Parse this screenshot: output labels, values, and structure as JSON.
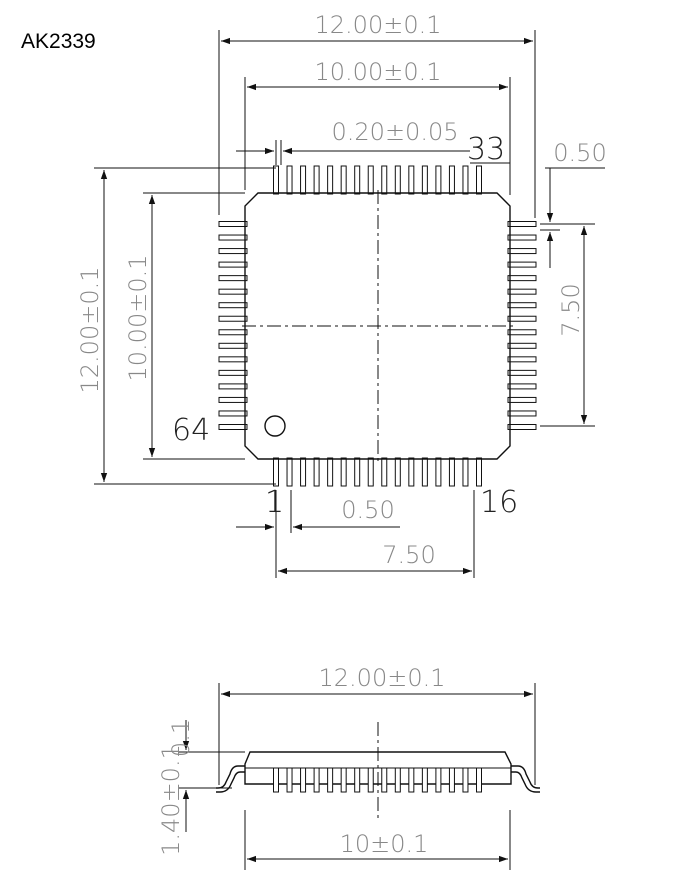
{
  "part_name": "AK2339",
  "top_view": {
    "dims": {
      "body_width_outer": "12.00±0.1",
      "body_width_inner": "10.00±0.1",
      "lead_width": "0.20±0.05",
      "pitch_right": "0.50",
      "span_right": "7.50",
      "body_height_outer": "12.00±0.1",
      "body_height_inner": "10.00±0.1",
      "pitch_bottom": "0.50",
      "span_bottom": "7.50"
    },
    "pins": {
      "top_right": "33",
      "left_bottom": "64",
      "bottom_left": "1",
      "bottom_right": "16"
    },
    "pins_per_side": 16
  },
  "side_view": {
    "dims": {
      "overall_width": "12.00±0.1",
      "body_width": "10±0.1",
      "standoff": "0.1",
      "height": "1.40±0.1"
    }
  }
}
